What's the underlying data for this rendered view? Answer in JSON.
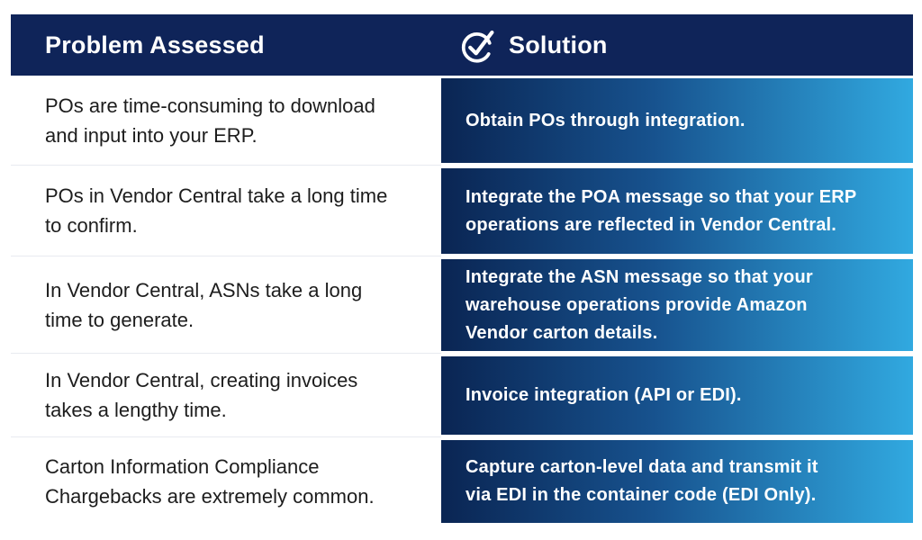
{
  "table": {
    "header": {
      "problem_label": "Problem Assessed",
      "solution_label": "Solution",
      "solution_icon": "check-circle-icon"
    },
    "rows": [
      {
        "problem": "POs are time-consuming to download\nand input into your ERP.",
        "solution": "Obtain POs through integration."
      },
      {
        "problem": "POs in Vendor Central take a long time\nto confirm.",
        "solution": "Integrate the POA message so that your ERP\noperations are reflected in Vendor Central."
      },
      {
        "problem": "In Vendor Central, ASNs take a long\ntime to generate.",
        "solution": "Integrate the ASN message so that your\nwarehouse operations provide Amazon\nVendor carton details."
      },
      {
        "problem": "In Vendor Central, creating invoices\ntakes a lengthy time.",
        "solution": "Invoice integration (API or EDI)."
      },
      {
        "problem": "Carton Information Compliance\nChargebacks are extremely common.",
        "solution": "Capture carton-level data and transmit it\nvia EDI in the container code (EDI Only)."
      }
    ],
    "colors": {
      "header_bg": "#0f2459",
      "solution_gradient_start": "#0a2553",
      "solution_gradient_end": "#31a9e0",
      "problem_text": "#1d1d1d",
      "solution_text": "#ffffff",
      "row_divider": "#e8eaf0"
    }
  }
}
